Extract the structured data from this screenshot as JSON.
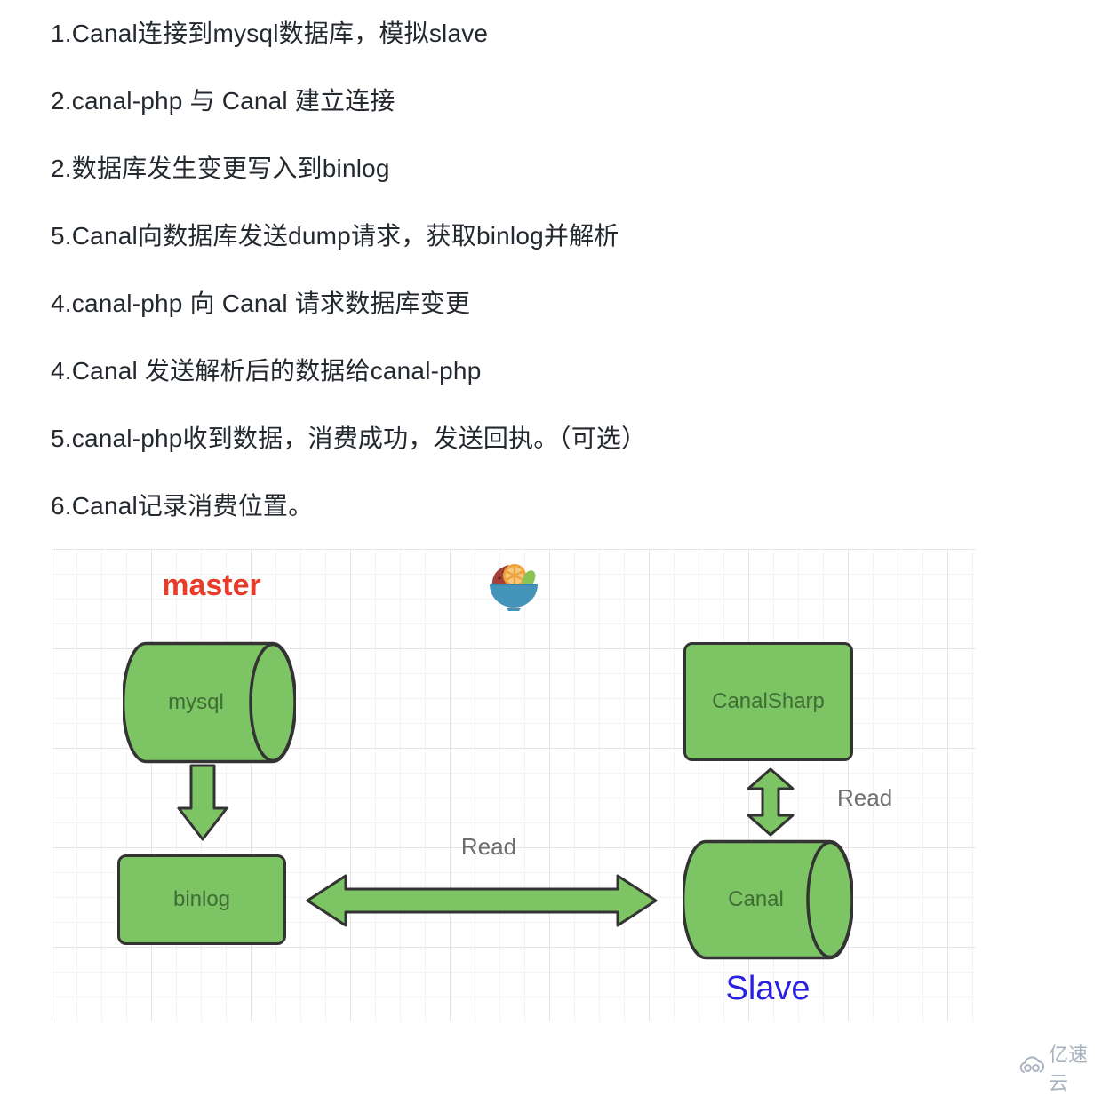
{
  "list": {
    "items": [
      "1.Canal连接到mysql数据库，模拟slave",
      "2.canal-php 与 Canal 建立连接",
      "2.数据库发生变更写入到binlog",
      "5.Canal向数据库发送dump请求，获取binlog并解析",
      "4.canal-php 向 Canal 请求数据库变更",
      "4.Canal 发送解析后的数据给canal-php",
      "5.canal-php收到数据，消费成功，发送回执。（可选）",
      "6.Canal记录消费位置。"
    ]
  },
  "diagram": {
    "master_label": "master",
    "slave_label": "Slave",
    "nodes": {
      "mysql": "mysql",
      "binlog": "binlog",
      "canal": "Canal",
      "canalsharp": "CanalSharp"
    },
    "edges": {
      "read_horizontal": "Read",
      "read_vertical": "Read"
    },
    "colors": {
      "node_fill": "#7dc464",
      "node_stroke": "#333333",
      "node_text": "#3f6d35",
      "master_text": "#e83b2a",
      "slave_text": "#2b1fe0",
      "edge_label_text": "#6e6e6e",
      "grid_line": "#f4f2f4"
    },
    "logo": "fruit-bowl-logo"
  },
  "watermark": {
    "text": "亿速云",
    "icon": "cloud-logo",
    "color": "#a9b2bf"
  }
}
